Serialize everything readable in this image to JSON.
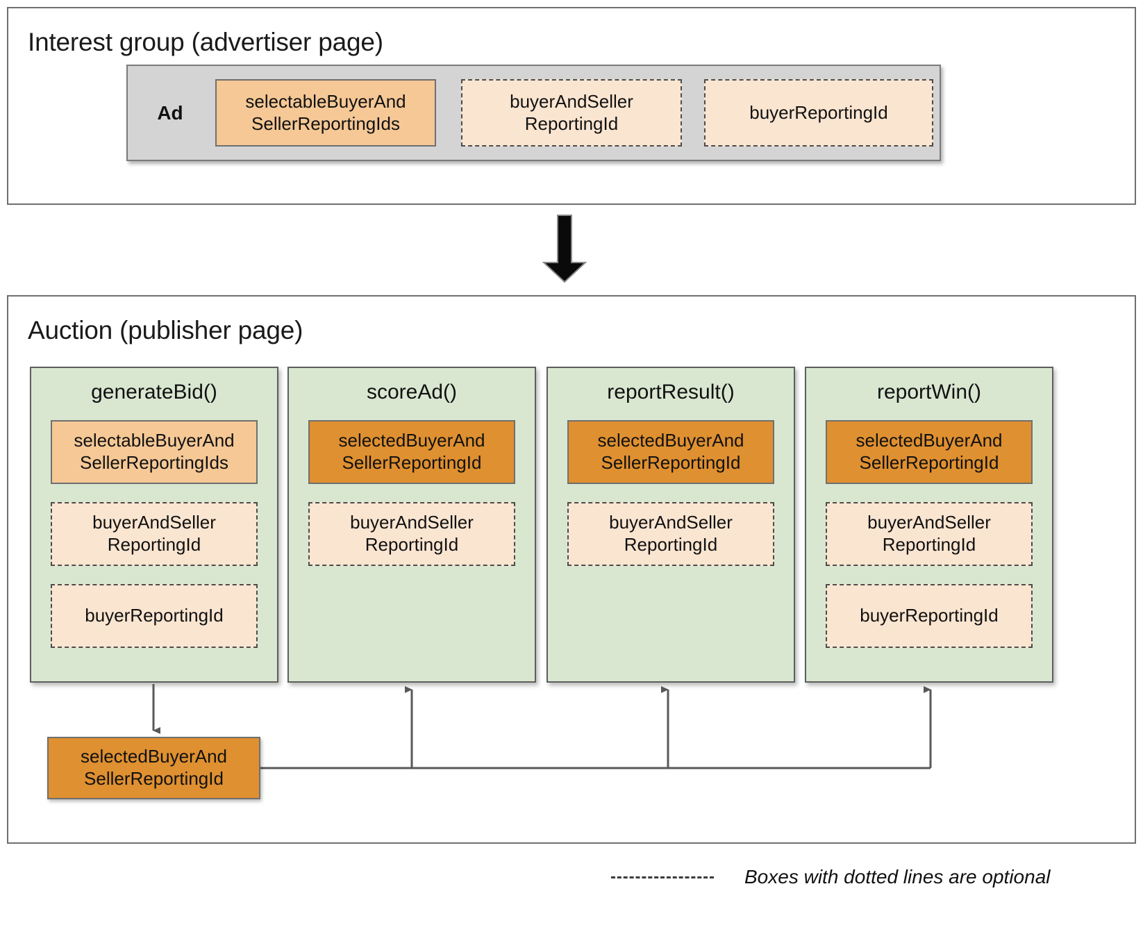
{
  "colors": {
    "panel_border": "#6f6f6f",
    "ad_container_bg": "#d4d4d4",
    "selectable_bg": "#f5c896",
    "selected_bg": "#df9030",
    "optional_bg": "#fae5d1",
    "function_bg": "#d9e7d1",
    "connector": "#585858",
    "text": "#111111"
  },
  "interest_group": {
    "title": "Interest group (advertiser page)",
    "ad": {
      "label": "Ad",
      "boxes": [
        {
          "name": "selectableBuyerAndSellerReportingIds",
          "line1": "selectableBuyerAnd",
          "line2": "SellerReportingIds",
          "style": "solid-light",
          "optional": false
        },
        {
          "name": "buyerAndSellerReportingId",
          "line1": "buyerAndSeller",
          "line2": "ReportingId",
          "style": "dashed",
          "optional": true
        },
        {
          "name": "buyerReportingId",
          "line1": "buyerReportingId",
          "line2": "",
          "style": "dashed",
          "optional": true
        }
      ]
    }
  },
  "flow_arrow": {
    "name": "down-arrow",
    "direction": "down"
  },
  "auction": {
    "title": "Auction (publisher page)",
    "functions": [
      {
        "name": "generateBid()",
        "slots": [
          {
            "line1": "selectableBuyerAnd",
            "line2": "SellerReportingIds",
            "style": "solid-light",
            "optional": false
          },
          {
            "line1": "buyerAndSeller",
            "line2": "ReportingId",
            "style": "dashed",
            "optional": true
          },
          {
            "line1": "buyerReportingId",
            "line2": "",
            "style": "dashed",
            "optional": true
          }
        ]
      },
      {
        "name": "scoreAd()",
        "slots": [
          {
            "line1": "selectedBuyerAnd",
            "line2": "SellerReportingId",
            "style": "solid-dark",
            "optional": false
          },
          {
            "line1": "buyerAndSeller",
            "line2": "ReportingId",
            "style": "dashed",
            "optional": true
          }
        ]
      },
      {
        "name": "reportResult()",
        "slots": [
          {
            "line1": "selectedBuyerAnd",
            "line2": "SellerReportingId",
            "style": "solid-dark",
            "optional": false
          },
          {
            "line1": "buyerAndSeller",
            "line2": "ReportingId",
            "style": "dashed",
            "optional": true
          }
        ]
      },
      {
        "name": "reportWin()",
        "slots": [
          {
            "line1": "selectedBuyerAnd",
            "line2": "SellerReportingId",
            "style": "solid-dark",
            "optional": false
          },
          {
            "line1": "buyerAndSeller",
            "line2": "ReportingId",
            "style": "dashed",
            "optional": true
          },
          {
            "line1": "buyerReportingId",
            "line2": "",
            "style": "dashed",
            "optional": true
          }
        ]
      }
    ],
    "output_box": {
      "name": "selectedBuyerAndSellerReportingId",
      "line1": "selectedBuyerAnd",
      "line2": "SellerReportingId"
    }
  },
  "legend": {
    "dash_swatch": "dashed-line-sample",
    "text": "Boxes with dotted lines are optional"
  }
}
